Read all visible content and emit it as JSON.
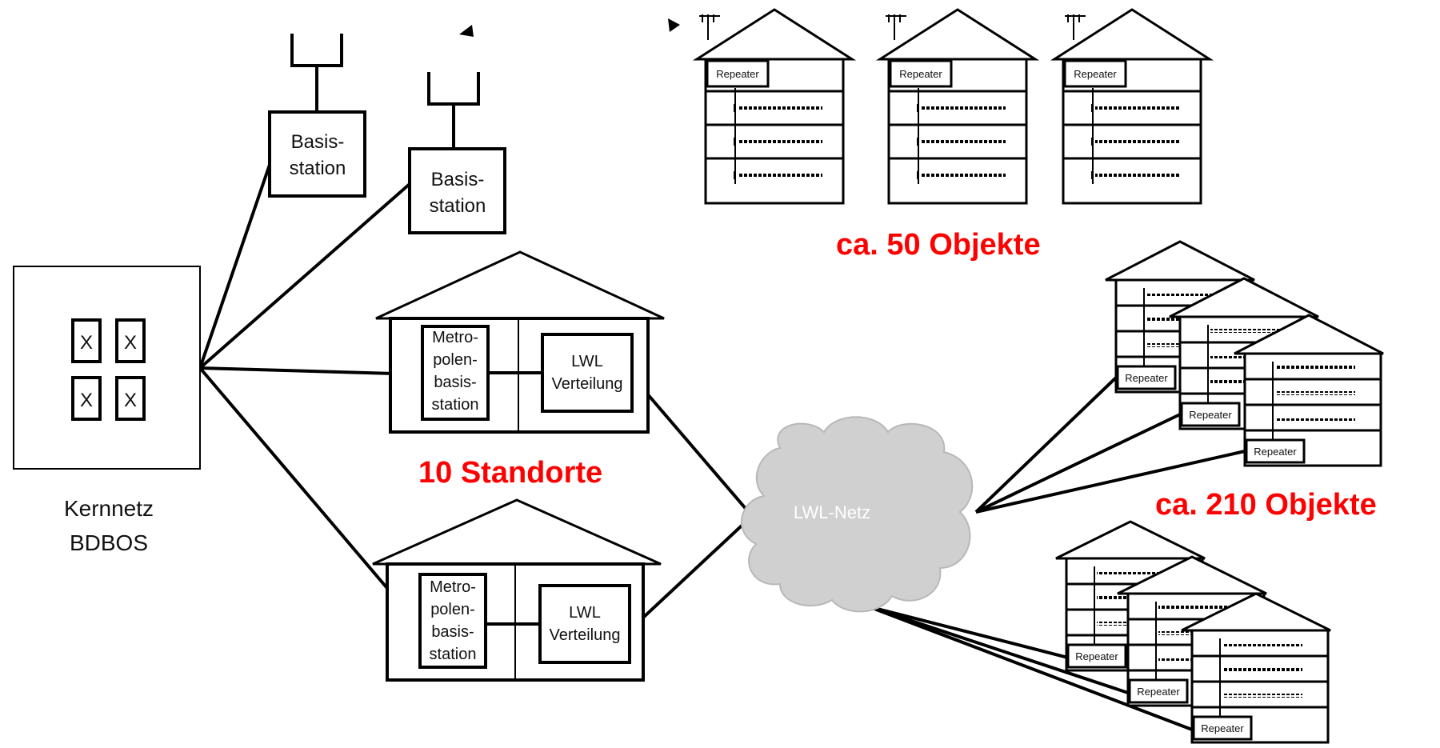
{
  "colors": {
    "line": "#000000",
    "house_fill": "#ffffff",
    "cloud_fill": "#d0d0d0",
    "count_red": "#ff0000",
    "cloud_text": "#ffffff"
  },
  "core": {
    "label_line1": "Kernnetz",
    "label_line2": "BDBOS",
    "module_mark": "X"
  },
  "base_stations": [
    {
      "line1": "Basis-",
      "line2": "station"
    },
    {
      "line1": "Basis-",
      "line2": "station"
    }
  ],
  "metro_sites": {
    "count_label": "10 Standorte",
    "metro_lines": [
      "Metro-",
      "polen-",
      "basis-",
      "station"
    ],
    "lwl_lines": [
      "LWL",
      "Verteilung"
    ]
  },
  "network": {
    "label": "LWL-Netz"
  },
  "radio_objects": {
    "count_label": "ca. 50 Objekte",
    "repeater_label": "Repeater"
  },
  "fiber_objects": {
    "count_label": "ca. 210 Objekte",
    "repeater_label": "Repeater"
  },
  "icons": [
    "antenna-icon",
    "tower-antenna-icon",
    "arrow-icon",
    "cloud-icon",
    "house-icon"
  ]
}
